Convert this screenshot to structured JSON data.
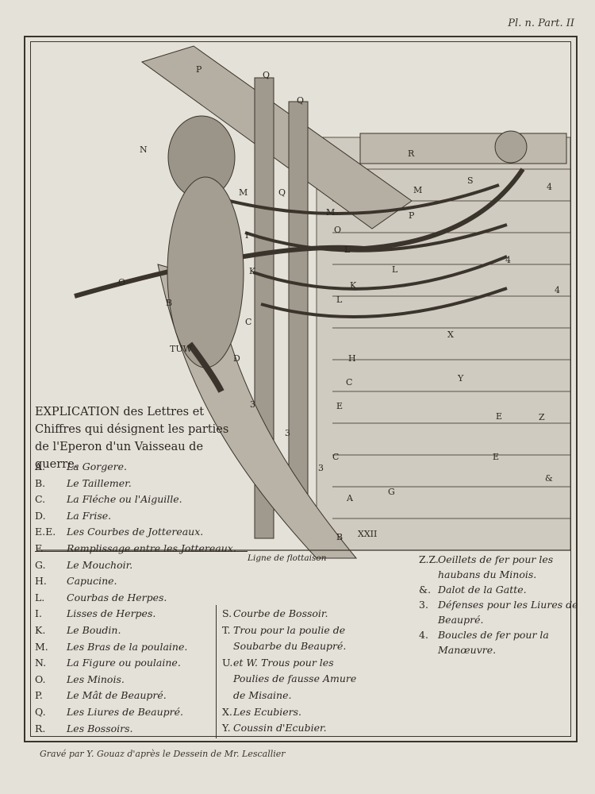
{
  "plate": {
    "ref": "Pl. n. Part. II",
    "credit": "Gravé par Y. Gouaz d'après le Dessein de Mr. Lescallier",
    "waterline": "Ligne de flottaison"
  },
  "caption": {
    "title": "EXPLICATION des Lettres et Chiffres qui désignent les parties de l'Eperon d'un Vaisseau de guerre."
  },
  "legend": {
    "left": [
      {
        "key": "A.",
        "text": "La Gorgere."
      },
      {
        "key": "B.",
        "text": "Le Taillemer."
      },
      {
        "key": "C.",
        "text": "La Fléche ou l'Aiguille."
      },
      {
        "key": "D.",
        "text": "La Frise."
      },
      {
        "key": "E.E.",
        "text": "Les Courbes de Jottereaux."
      },
      {
        "key": "F.",
        "text": "Remplissage entre les Jottereaux."
      },
      {
        "key": "G.",
        "text": "Le Mouchoir."
      },
      {
        "key": "H.",
        "text": "Capucine."
      },
      {
        "key": "L.",
        "text": "Courbas de Herpes."
      },
      {
        "key": "I.",
        "text": "Lisses de Herpes."
      },
      {
        "key": "K.",
        "text": "Le Boudin."
      },
      {
        "key": "M.",
        "text": "Les Bras de la poulaine."
      },
      {
        "key": "N.",
        "text": "La Figure ou poulaine."
      },
      {
        "key": "O.",
        "text": "Les Minois."
      },
      {
        "key": "P.",
        "text": "Le Mât de Beaupré."
      },
      {
        "key": "Q.",
        "text": "Les Liures de Beaupré."
      },
      {
        "key": "R.",
        "text": "Les Bossoirs."
      }
    ],
    "middle": [
      {
        "key": "S.",
        "text": "Courbe de Bossoir."
      },
      {
        "key": "T.",
        "text": "Trou pour la poulie de Soubarbe du Beaupré."
      },
      {
        "key": "U.",
        "text": "et W. Trous pour les Poulies de fausse Amure de Misaine."
      },
      {
        "key": "X.",
        "text": "Les Ecubiers."
      },
      {
        "key": "Y.",
        "text": "Coussin d'Ecubier."
      }
    ],
    "right": [
      {
        "key": "Z.Z.",
        "text": "Oeillets de fer pour les haubans du Minois."
      },
      {
        "key": "&.",
        "text": "Dalot de la Gatte."
      },
      {
        "key": "3.",
        "text": "Défenses pour les Liures de Beaupré."
      },
      {
        "key": "4.",
        "text": "Boucles de fer pour la Manœuvre."
      }
    ]
  },
  "figure_labels": {
    "P": "P",
    "Q": "Q",
    "N": "N",
    "R": "R",
    "S": "S",
    "M": "M",
    "O": "O",
    "L": "L",
    "K": "K",
    "I": "I",
    "B": "B",
    "TUW": "TUW",
    "H": "H",
    "C": "C",
    "D": "D",
    "X": "X",
    "Y": "Y",
    "E": "E",
    "Z": "Z",
    "G": "G",
    "A": "A",
    "amp": "&",
    "four": "4",
    "three": "3",
    "XXII": "XXII"
  }
}
